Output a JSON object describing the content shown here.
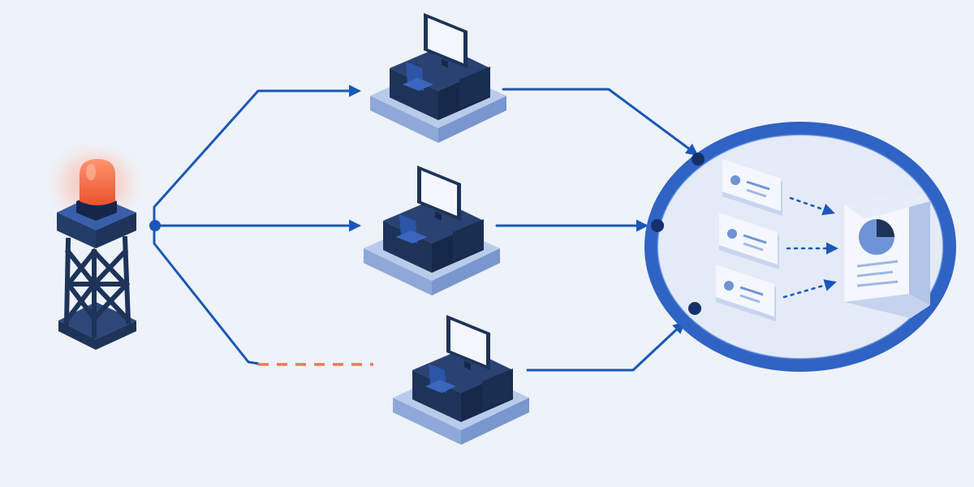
{
  "colors": {
    "background": "#eef2f9",
    "accent_blue": "#1b57b8",
    "navy": "#1e3358",
    "chair_blue": "#2c55a8",
    "platform_light": "#b9cbea",
    "platform_side": "#8ea8d8",
    "beacon_red": "#f26a43",
    "broken_link": "#f07a55",
    "card_face": "#f4f7fd",
    "card_accent": "#6e93d6"
  },
  "diagram": {
    "source": {
      "icon": "alert-beacon-tower-icon",
      "status": "alert"
    },
    "workstations": [
      {
        "id": "ws-top",
        "connection": "active"
      },
      {
        "id": "ws-middle",
        "connection": "active"
      },
      {
        "id": "ws-bottom",
        "connection": "broken"
      }
    ],
    "hub": {
      "icon": "aggregation-ring-icon",
      "record_cards": 3,
      "report": {
        "icon": "pie-chart-report-icon",
        "pie_fraction": 0.25
      }
    }
  }
}
